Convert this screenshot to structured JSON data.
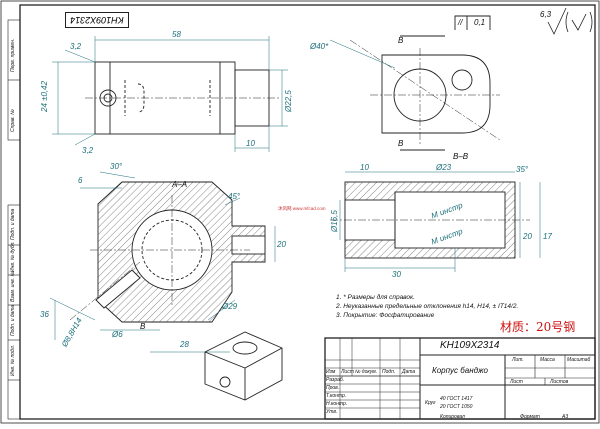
{
  "stamp": "KH109X2314",
  "designation": "KH109X2314",
  "part_name": "Корпус банджо",
  "material_line1": "40 ГОСТ 1417",
  "material_line2": "20 ГОСТ 1050",
  "material_cn": "材质：20号钢",
  "watermark": "沐风网 www.mfcad.com",
  "roughness": "6,3",
  "section_A": "А–А",
  "section_B": "В–В",
  "letter_B": "В",
  "notes": [
    "1. * Размеры для справок.",
    "2. Неуказанные предельные отклонения h14, H14, ± IT14/2.",
    "3. Покрытие: Фосфатирование"
  ],
  "tolerance_frame": [
    "//",
    "0,1"
  ],
  "dims": {
    "d58": "58",
    "d32a": "3,2",
    "d24": "24 ±0,42",
    "d225": "Ø22,5",
    "d10a": "10",
    "d32b": "3,2",
    "d40": "Ø40*",
    "d30deg": "30°",
    "d6": "6",
    "d45": "45°",
    "d20a": "20",
    "d29": "Ø29",
    "d28": "28",
    "dphi6": "Ø6",
    "d88": "Ø8,8Н14",
    "d36": "36",
    "d10b": "10",
    "d23": "Ø23",
    "d35": "35°",
    "d165": "Ø16,5",
    "d20b": "20",
    "d17": "17",
    "d30": "30",
    "m1": "М инстр",
    "m2": "М инстр"
  },
  "side_labels": [
    "Перв. примен.",
    "Справ. №",
    "Подп. и дата",
    "Инв. № дубл.",
    "Взам. инв. №",
    "Подп. и дата",
    "Инв. № подл."
  ],
  "title_block": {
    "cols": [
      "Изм",
      "Лист",
      "№ докум.",
      "Подп.",
      "Дата"
    ],
    "rows": [
      "Разраб.",
      "Пров.",
      "Т.контр.",
      "",
      "Н.контр.",
      "Утв."
    ],
    "lit": "Лит.",
    "mass": "Масса",
    "scale": "Масштаб",
    "sheet": "Лист",
    "sheets": "Листов",
    "copied": "Копировал",
    "format": "Формат",
    "format_value": "А3"
  }
}
